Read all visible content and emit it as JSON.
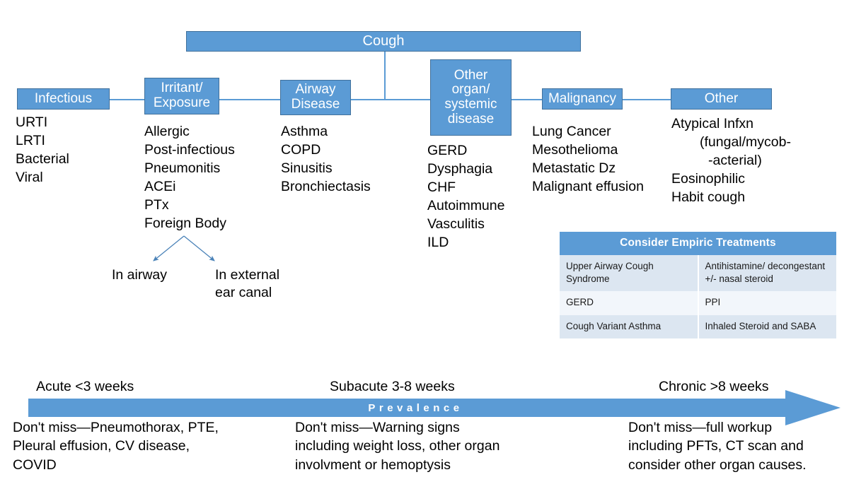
{
  "diagram": {
    "root": {
      "label": "Cough"
    },
    "categories": [
      {
        "key": "infectious",
        "label": "Infectious",
        "lines": [
          "Infectious"
        ],
        "items": [
          {
            "text": "URTI"
          },
          {
            "text": "LRTI"
          },
          {
            "text": "Bacterial"
          },
          {
            "text": "Viral"
          }
        ]
      },
      {
        "key": "irritant-exposure",
        "label": "Irritant/ Exposure",
        "lines": [
          "Irritant/",
          "Exposure"
        ],
        "items": [
          {
            "text": "Allergic"
          },
          {
            "text": "Post-infectious"
          },
          {
            "text": "Pneumonitis"
          },
          {
            "text": "ACEi"
          },
          {
            "text": "PTx"
          },
          {
            "text": "Foreign Body"
          }
        ]
      },
      {
        "key": "airway-disease",
        "label": "Airway Disease",
        "lines": [
          "Airway",
          "Disease"
        ],
        "items": [
          {
            "text": "Asthma"
          },
          {
            "text": "COPD"
          },
          {
            "text": "Sinusitis"
          },
          {
            "text": "Bronchiectasis"
          }
        ]
      },
      {
        "key": "other-organ-systemic-disease",
        "label": "Other organ/ systemic disease",
        "lines": [
          "Other",
          "organ/",
          "systemic",
          "disease"
        ],
        "items": [
          {
            "text": "GERD"
          },
          {
            "text": "Dysphagia"
          },
          {
            "text": "CHF"
          },
          {
            "text": "Autoimmune"
          },
          {
            "text": "Vasculitis"
          },
          {
            "text": "ILD"
          }
        ]
      },
      {
        "key": "malignancy",
        "label": "Malignancy",
        "lines": [
          "Malignancy"
        ],
        "items": [
          {
            "text": "Lung Cancer"
          },
          {
            "text": "Mesothelioma"
          },
          {
            "text": "Metastatic Dz"
          },
          {
            "text": "Malignant effusion"
          }
        ]
      },
      {
        "key": "other",
        "label": "Other",
        "lines": [
          "Other"
        ],
        "items": [
          {
            "text": "Atypical Infxn"
          },
          {
            "text": "(fungal/mycob-",
            "indent": 1
          },
          {
            "text": "-acterial)",
            "indent": 2
          },
          {
            "text": "Eosinophilic"
          },
          {
            "text": "Habit cough"
          }
        ]
      }
    ],
    "foreign_body_branches": [
      {
        "key": "in-airway",
        "lines": [
          "In airway"
        ]
      },
      {
        "key": "in-external-ear-canal",
        "lines": [
          "In external",
          "ear canal"
        ]
      }
    ]
  },
  "empiric_table": {
    "title": "Consider Empiric Treatments",
    "rows": [
      {
        "condition": "Upper Airway Cough Syndrome",
        "treatment": "Antihistamine/ decongestant +/- nasal steroid"
      },
      {
        "condition": "GERD",
        "treatment": "PPI"
      },
      {
        "condition": "Cough Variant Asthma",
        "treatment": "Inhaled Steroid and SABA"
      }
    ]
  },
  "timeline": {
    "arrow_label": "Prevalence",
    "phases": [
      {
        "key": "acute",
        "label": "Acute <3 weeks",
        "dont_miss": [
          "Don't miss—Pneumothorax, PTE,",
          "Pleural effusion, CV disease,",
          "COVID"
        ]
      },
      {
        "key": "subacute",
        "label": "Subacute 3-8 weeks",
        "dont_miss": [
          "Don't miss—Warning signs",
          "including weight loss, other organ",
          "involvment or hemoptysis"
        ]
      },
      {
        "key": "chronic",
        "label": "Chronic >8 weeks",
        "dont_miss": [
          "Don't miss—full workup",
          "including PFTs, CT scan and",
          "consider other organ causes."
        ]
      }
    ]
  },
  "colors": {
    "accent": "#5B9BD5",
    "accent_border": "#41719C",
    "table_row_odd": "#DCE6F1",
    "table_row_even": "#F2F6FB",
    "text": "#000000"
  }
}
